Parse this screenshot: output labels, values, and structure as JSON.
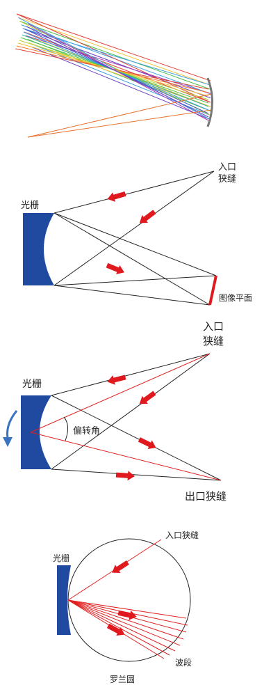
{
  "panel2": {
    "grating_label": "光栅",
    "entrance_label_line1": "入口",
    "entrance_label_line2": "狭缝",
    "image_plane_label": "图像平面"
  },
  "panel3": {
    "grating_label": "光栅",
    "entrance_label_line1": "入口",
    "entrance_label_line2": "狭缝",
    "deviation_label": "偏转角",
    "exit_label": "出口狭缝"
  },
  "panel4": {
    "grating_label": "光栅",
    "entrance_label": "入口狭缝",
    "band_label": "波段",
    "rowland_label": "罗兰圆"
  },
  "colors": {
    "grating_blue": "#1f4aa0",
    "arrow_red": "#e0191f",
    "line_dark": "#222222",
    "ray_red": "#e02020"
  }
}
